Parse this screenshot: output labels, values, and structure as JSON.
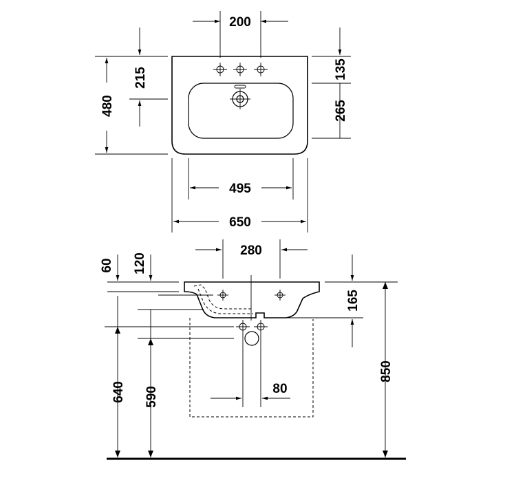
{
  "dimensions": {
    "top_view": {
      "tap_hole_spacing": "200",
      "basin_front_offset": "215",
      "overall_depth": "480",
      "tap_hole_to_back": "135",
      "bowl_depth": "265",
      "bowl_width": "495",
      "overall_width": "650"
    },
    "side_view": {
      "overflow_spacing": "280",
      "rim_thickness": "60",
      "overflow_height": "120",
      "basin_height": "165",
      "drain_height_a": "640",
      "drain_height_b": "590",
      "drain_offset": "80",
      "mounting_height": "850"
    }
  }
}
